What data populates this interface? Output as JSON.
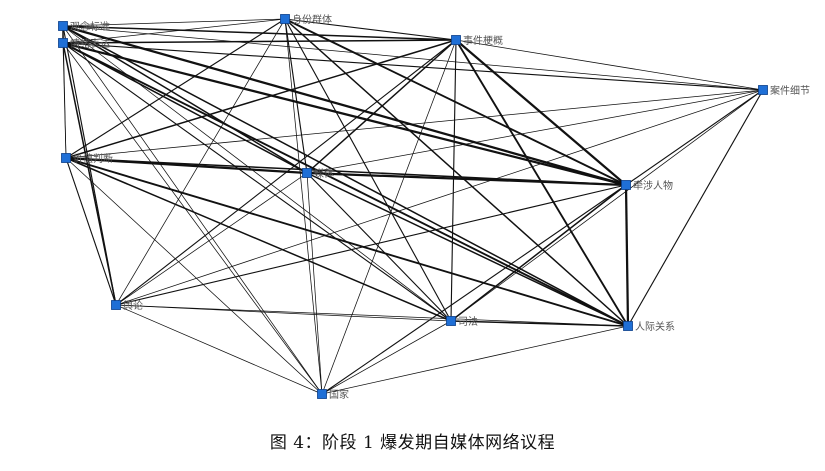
{
  "colors": {
    "node_fill": "#1f6fd6",
    "node_stroke": "#0b3f8a",
    "edge": "#111111",
    "label": "#555555"
  },
  "nodes": [
    {
      "id": "guannian",
      "label": "观念标准"
    },
    {
      "id": "qingxu",
      "label": "情绪表达"
    },
    {
      "id": "shenfen",
      "label": "身份群体"
    },
    {
      "id": "shijian",
      "label": "事件梗概"
    },
    {
      "id": "anjian",
      "label": "案件细节"
    },
    {
      "id": "jiazhi",
      "label": "价值判断"
    },
    {
      "id": "meiti",
      "label": "媒体"
    },
    {
      "id": "qianshe",
      "label": "牵涉人物"
    },
    {
      "id": "yulun",
      "label": "舆论"
    },
    {
      "id": "sifa",
      "label": "司法"
    },
    {
      "id": "renji",
      "label": "人际关系"
    },
    {
      "id": "guojia",
      "label": "国家"
    }
  ],
  "edges": [
    [
      "guannian",
      "qingxu",
      2
    ],
    [
      "guannian",
      "shenfen",
      1
    ],
    [
      "guannian",
      "shijian",
      2
    ],
    [
      "guannian",
      "anjian",
      1
    ],
    [
      "guannian",
      "jiazhi",
      1
    ],
    [
      "guannian",
      "meiti",
      2
    ],
    [
      "guannian",
      "qianshe",
      3
    ],
    [
      "guannian",
      "yulun",
      1.5
    ],
    [
      "guannian",
      "sifa",
      1
    ],
    [
      "guannian",
      "renji",
      2
    ],
    [
      "guannian",
      "guojia",
      1
    ],
    [
      "qingxu",
      "shenfen",
      1
    ],
    [
      "qingxu",
      "shijian",
      2
    ],
    [
      "qingxu",
      "anjian",
      1.5
    ],
    [
      "qingxu",
      "jiazhi",
      1
    ],
    [
      "qingxu",
      "meiti",
      2
    ],
    [
      "qingxu",
      "qianshe",
      3
    ],
    [
      "qingxu",
      "yulun",
      2
    ],
    [
      "qingxu",
      "sifa",
      1.5
    ],
    [
      "qingxu",
      "renji",
      2.5
    ],
    [
      "qingxu",
      "guojia",
      1
    ],
    [
      "shenfen",
      "shijian",
      1.5
    ],
    [
      "shenfen",
      "jiazhi",
      1.5
    ],
    [
      "shenfen",
      "meiti",
      1.5
    ],
    [
      "shenfen",
      "qianshe",
      2.5
    ],
    [
      "shenfen",
      "yulun",
      1
    ],
    [
      "shenfen",
      "sifa",
      1.5
    ],
    [
      "shenfen",
      "renji",
      2
    ],
    [
      "shenfen",
      "guojia",
      1
    ],
    [
      "shijian",
      "anjian",
      1
    ],
    [
      "shijian",
      "jiazhi",
      2
    ],
    [
      "shijian",
      "meiti",
      2
    ],
    [
      "shijian",
      "qianshe",
      3
    ],
    [
      "shijian",
      "yulun",
      1.5
    ],
    [
      "shijian",
      "sifa",
      1.5
    ],
    [
      "shijian",
      "renji",
      2.5
    ],
    [
      "shijian",
      "guojia",
      1
    ],
    [
      "anjian",
      "jiazhi",
      1
    ],
    [
      "anjian",
      "meiti",
      1
    ],
    [
      "anjian",
      "qianshe",
      1.5
    ],
    [
      "anjian",
      "yulun",
      1
    ],
    [
      "anjian",
      "sifa",
      1
    ],
    [
      "anjian",
      "renji",
      1.5
    ],
    [
      "jiazhi",
      "meiti",
      3
    ],
    [
      "jiazhi",
      "qianshe",
      2
    ],
    [
      "jiazhi",
      "yulun",
      1.5
    ],
    [
      "jiazhi",
      "sifa",
      2
    ],
    [
      "jiazhi",
      "renji",
      2.5
    ],
    [
      "jiazhi",
      "guojia",
      1
    ],
    [
      "meiti",
      "qianshe",
      3
    ],
    [
      "meiti",
      "yulun",
      1
    ],
    [
      "meiti",
      "sifa",
      1.5
    ],
    [
      "meiti",
      "renji",
      2
    ],
    [
      "meiti",
      "guojia",
      1
    ],
    [
      "qianshe",
      "yulun",
      1.5
    ],
    [
      "qianshe",
      "sifa",
      2
    ],
    [
      "qianshe",
      "renji",
      3
    ],
    [
      "qianshe",
      "guojia",
      1.5
    ],
    [
      "yulun",
      "sifa",
      1
    ],
    [
      "yulun",
      "renji",
      1
    ],
    [
      "yulun",
      "guojia",
      1
    ],
    [
      "sifa",
      "renji",
      2
    ],
    [
      "sifa",
      "guojia",
      1
    ],
    [
      "renji",
      "guojia",
      1
    ]
  ],
  "caption": "图 4：阶段 1 爆发期自媒体网络议程"
}
